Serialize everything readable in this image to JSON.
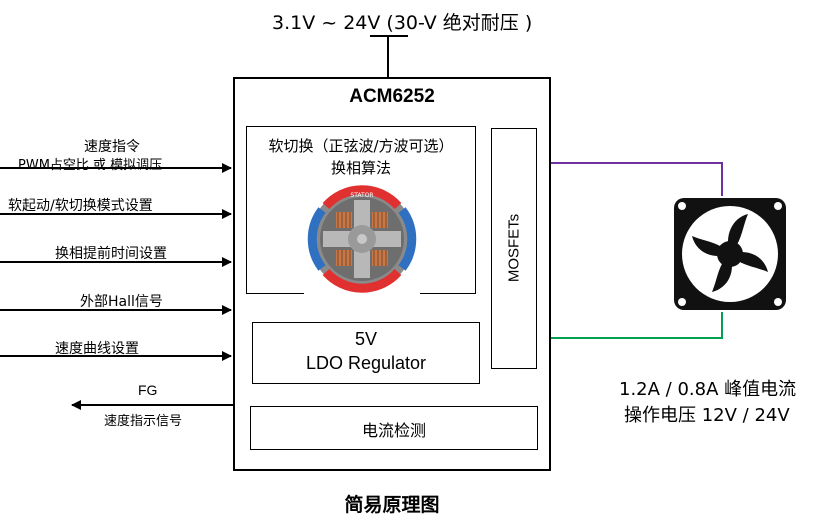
{
  "supply": {
    "label": "3.1V ~ 24V (30-V 绝对耐压 )"
  },
  "chip": {
    "name": "ACM6252"
  },
  "commutation": {
    "line1": "软切换（正弦波/方波可选）",
    "line2": "换相算法",
    "stator_label": "STATOR"
  },
  "ldo": {
    "line1": "5V",
    "line2": "LDO Regulator"
  },
  "current_sense": {
    "label": "电流检测"
  },
  "mosfets": {
    "label": "MOSFETs"
  },
  "inputs": [
    {
      "line1": "速度指令",
      "line2": "PWM占空比 或  模拟调压"
    },
    {
      "line1": "软起动/软切换模式设置"
    },
    {
      "line1": "换相提前时间设置"
    },
    {
      "line1": "外部Hall信号"
    },
    {
      "line1": "速度曲线设置"
    }
  ],
  "output": {
    "line1": "FG",
    "line2": "速度指示信号"
  },
  "fan_spec": {
    "line1": "1.2A / 0.8A 峰值电流",
    "line2": "操作电压 12V / 24V"
  },
  "caption": "简易原理图",
  "colors": {
    "phase_wire_1": "#7030a0",
    "phase_wire_2": "#00a050",
    "stator_red": "#e03030",
    "stator_blue": "#3070c0",
    "winding": "#c87848"
  }
}
